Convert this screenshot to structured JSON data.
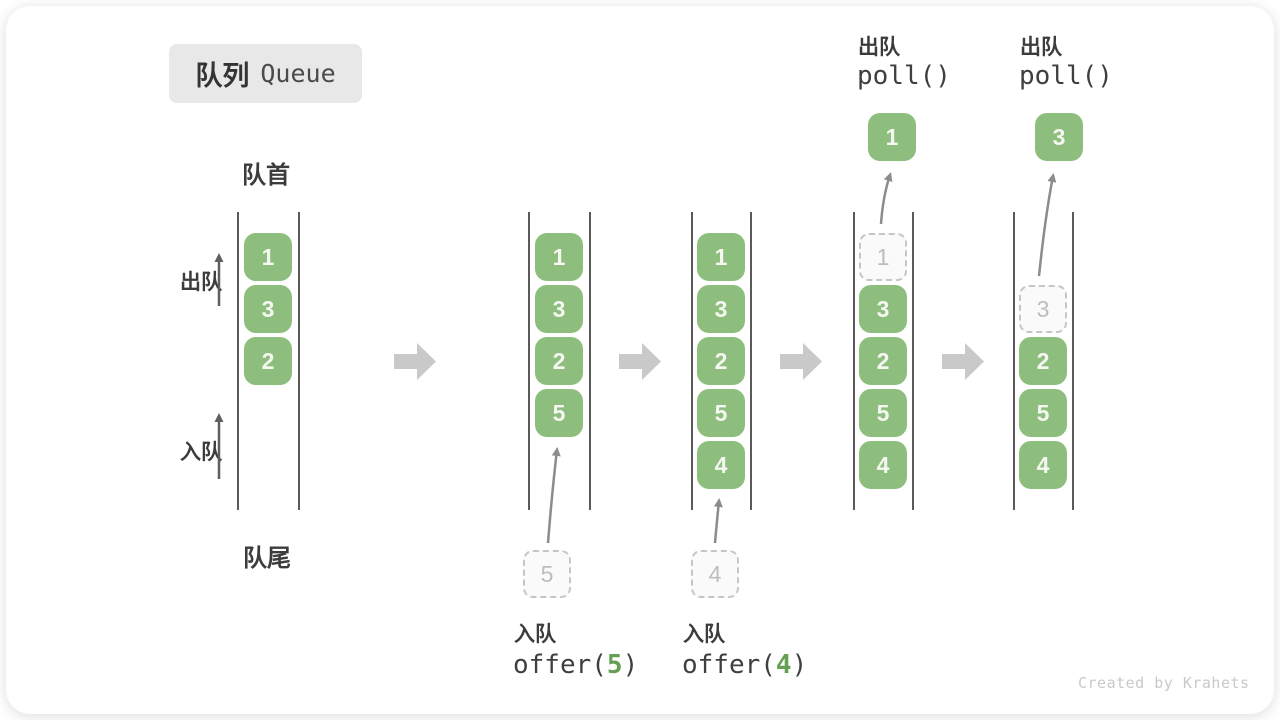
{
  "title": {
    "zh": "队列",
    "en": "Queue"
  },
  "labels": {
    "front": "队首",
    "rear": "队尾",
    "dequeue": "出队",
    "enqueue": "入队"
  },
  "states": [
    {
      "items": [
        "1",
        "3",
        "2"
      ]
    },
    {
      "items": [
        "1",
        "3",
        "2",
        "5"
      ]
    },
    {
      "items": [
        "1",
        "3",
        "2",
        "5",
        "4"
      ]
    },
    {
      "removed": "1",
      "items": [
        "3",
        "2",
        "5",
        "4"
      ]
    },
    {
      "removed": "3",
      "items": [
        "2",
        "5",
        "4"
      ]
    }
  ],
  "floating": {
    "polled": [
      "1",
      "3"
    ],
    "enqueued": [
      "5",
      "4"
    ]
  },
  "ops": {
    "poll": [
      {
        "label": "出队",
        "code": "poll()"
      },
      {
        "label": "出队",
        "code": "poll()"
      }
    ],
    "offer": [
      {
        "label": "入队",
        "code_pre": "offer(",
        "arg": "5",
        "code_post": ")"
      },
      {
        "label": "入队",
        "code_pre": "offer(",
        "arg": "4",
        "code_post": ")"
      }
    ]
  },
  "watermark": "Created by Krahets",
  "colors": {
    "box_green": "#8DBE7D",
    "box_text": "#F4F8F0",
    "accent_green": "#63A053",
    "ghost_border": "#C6C6C6",
    "ghost_text": "#BDBDBD",
    "flow_arrow": "#C9C9C9",
    "wall": "#5A5A5A",
    "text_dark": "#3C3C3C",
    "badge_bg": "#E8E8E8",
    "watermark": "#C9C9C9"
  }
}
